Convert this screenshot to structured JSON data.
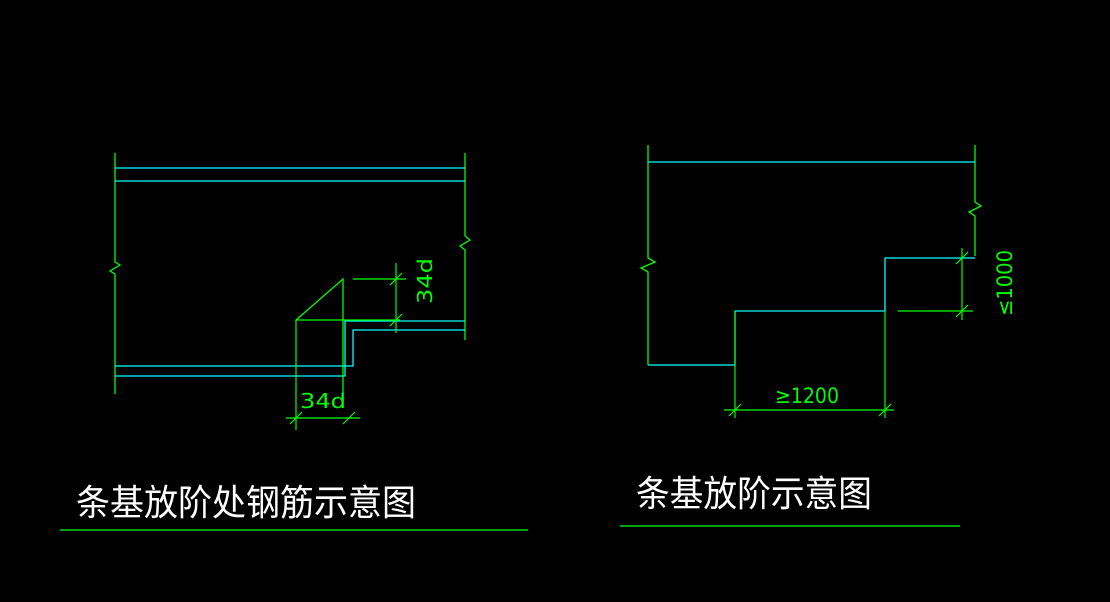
{
  "colors": {
    "background": "#000000",
    "green": "#00ff00",
    "cyan": "#00ffff"
  },
  "left_diagram": {
    "title": "条基放阶处钢筋示意图",
    "dim_horizontal": "34d",
    "dim_vertical": "34d"
  },
  "right_diagram": {
    "title": "条基放阶示意图",
    "dim_horizontal": "≥1200",
    "dim_vertical": "≤1000"
  }
}
